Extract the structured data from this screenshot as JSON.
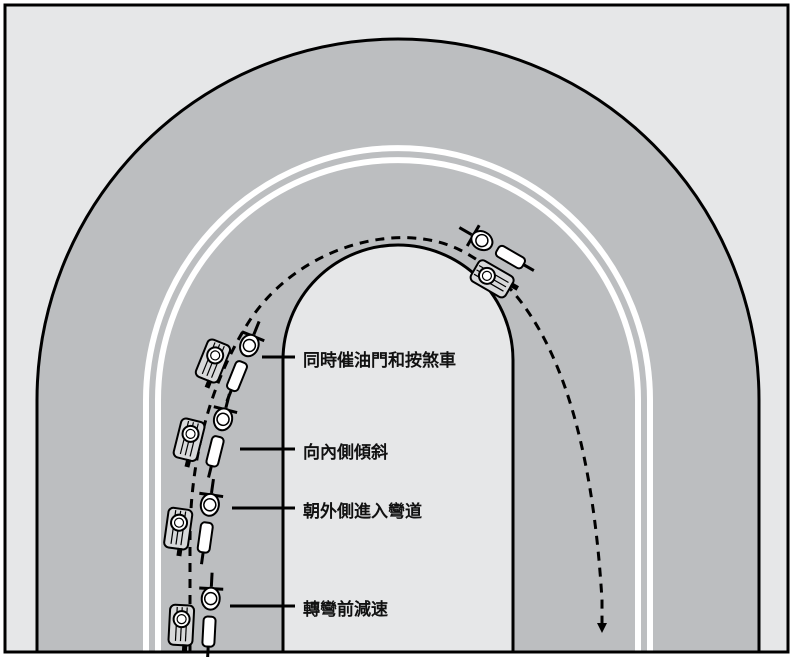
{
  "colors": {
    "background": "#e6e7e8",
    "road": "#bcbec0",
    "outline": "#000000",
    "lane_line": "#ffffff",
    "infield": "#e6e7e8",
    "label_text": "#111111"
  },
  "steps": [
    {
      "label": "轉彎前減速"
    },
    {
      "label": "朝外側進入彎道"
    },
    {
      "label": "向內側傾斜"
    },
    {
      "label": "同時催油門和按煞車"
    }
  ],
  "icons": {
    "rider": "motorcycle-sidecar-icon",
    "path": "dashed-path-arrow-icon"
  }
}
